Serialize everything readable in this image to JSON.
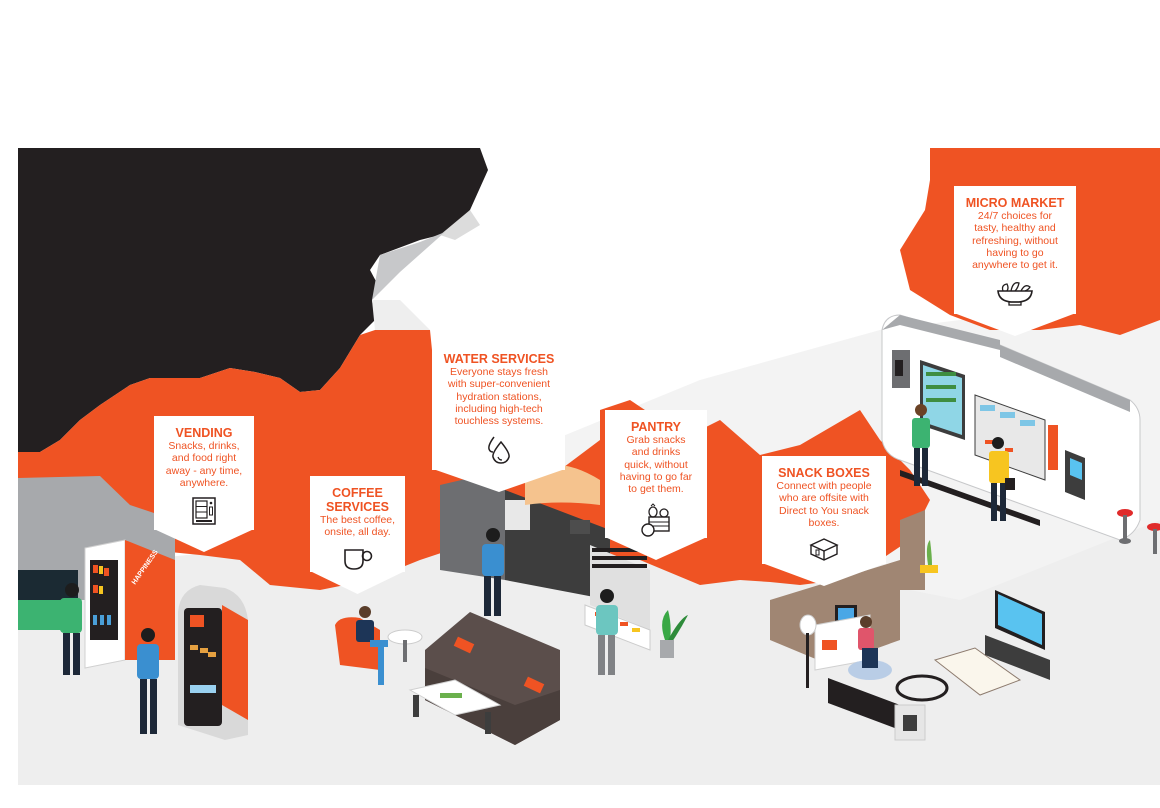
{
  "colors": {
    "accent": "#ef5323",
    "dark_panel": "#231f20",
    "floor": "#eeeeee",
    "floor_light": "#f4f4f4",
    "wall_gray": "#a7a9ac",
    "callout_bg": "#ffffff"
  },
  "callouts": [
    {
      "id": "vending",
      "title": "VENDING",
      "description": "Snacks, drinks, and food right away - any time, anywhere.",
      "lines": [
        "Snacks, drinks,",
        "and food right",
        "away - any time,",
        "anywhere."
      ],
      "icon": "vending-machine-icon"
    },
    {
      "id": "coffee",
      "title": "COFFEE SERVICES",
      "title_lines": [
        "COFFEE",
        "SERVICES"
      ],
      "description": "The best coffee, onsite, all day.",
      "lines": [
        "The best coffee,",
        "onsite, all day."
      ],
      "icon": "coffee-cup-icon"
    },
    {
      "id": "water",
      "title": "WATER SERVICES",
      "description": "Everyone stays fresh with super-convenient hydration stations, including high-tech touchless systems.",
      "lines": [
        "Everyone stays fresh",
        "with super-convenient",
        "hydration stations,",
        "including high-tech",
        "touchless systems."
      ],
      "icon": "water-drops-icon"
    },
    {
      "id": "pantry",
      "title": "PANTRY",
      "description": "Grab snacks and drinks quick, without having to go far to get them.",
      "lines": [
        "Grab snacks",
        "and drinks",
        "quick, without",
        "having to go far",
        "to get them."
      ],
      "icon": "fruit-basket-icon"
    },
    {
      "id": "snack_boxes",
      "title": "SNACK BOXES",
      "description": "Connect with people who are offsite with Direct to You snack boxes.",
      "lines": [
        "Connect with people",
        "who are offsite with",
        "Direct to You snack",
        "boxes."
      ],
      "icon": "box-icon"
    },
    {
      "id": "micro_market",
      "title": "MICRO MARKET",
      "description": "24/7 choices for tasty, healthy and refreshing, without having to go anywhere to get it.",
      "lines": [
        "24/7 choices for",
        "tasty, healthy and",
        "refreshing, without",
        "having to go",
        "anywhere to get it."
      ],
      "icon": "salad-bowl-icon"
    }
  ],
  "scene_labels": {
    "vending_machine_side": "HAPPINESS"
  }
}
